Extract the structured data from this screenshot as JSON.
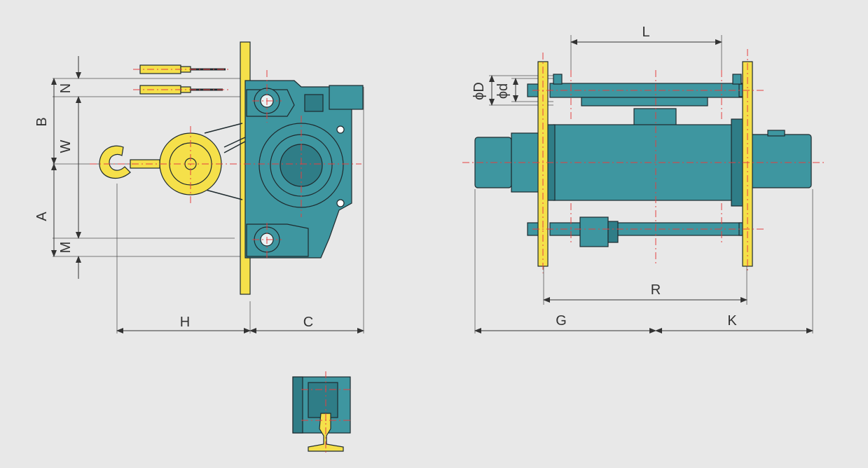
{
  "colors": {
    "background": "#e8e8e8",
    "body_teal": "#3e96a0",
    "body_teal_dark": "#2f7d87",
    "yellow": "#f5e04a",
    "outline": "#1e2a2e",
    "centerline": "#e34040",
    "dimension": "#333333"
  },
  "labels": {
    "N": "N",
    "B": "B",
    "W": "W",
    "A": "A",
    "M": "M",
    "H": "H",
    "C": "C",
    "L": "L",
    "phiD": "ϕD",
    "phid": "ϕd",
    "R": "R",
    "G": "G",
    "K": "K"
  }
}
